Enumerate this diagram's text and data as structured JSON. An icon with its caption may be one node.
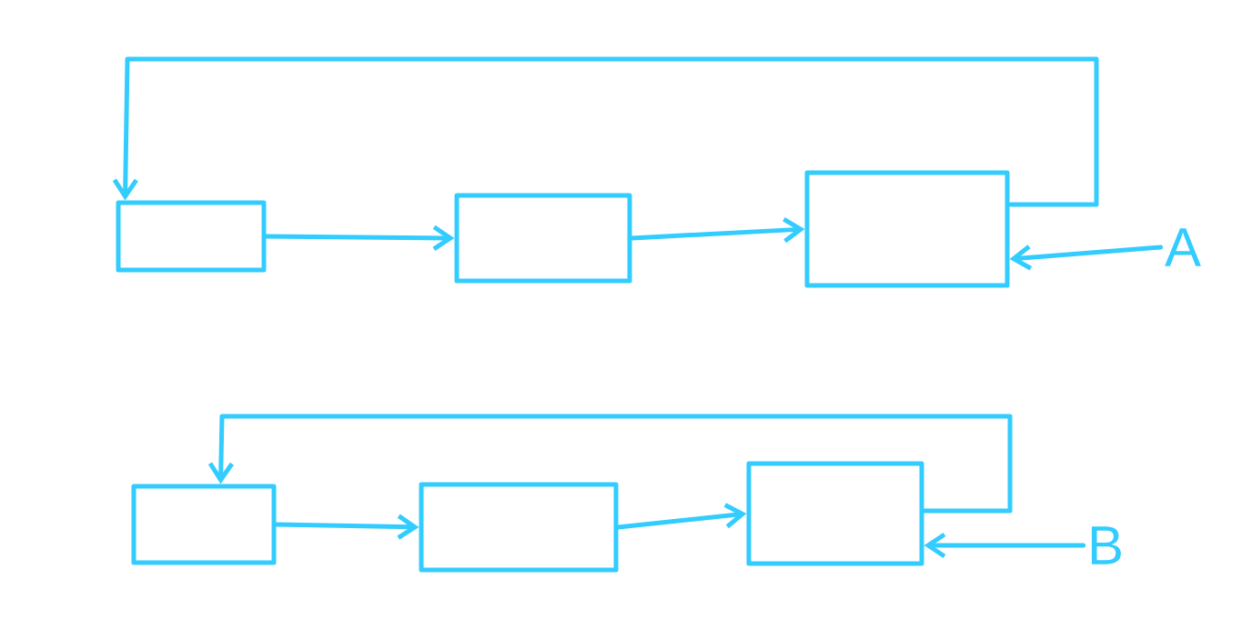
{
  "diagram": {
    "nodes": [
      {
        "text": [],
        "shape": "box"
      },
      {
        "text": [],
        "shape": "box"
      },
      {
        "text": [],
        "shape": "box"
      },
      {
        "text": [
          "A"
        ]
      },
      {
        "text": [],
        "shape": "box"
      },
      {
        "text": [],
        "shape": "box"
      },
      {
        "text": [],
        "shape": "box"
      },
      {
        "text": [
          "B"
        ]
      }
    ],
    "edges": [
      {
        "from": 0,
        "to": 1,
        "arrow": "to"
      },
      {
        "from": 1,
        "to": 2,
        "arrow": "to"
      },
      {
        "from": 2,
        "to": 0,
        "arrow": "to"
      },
      {
        "from": 3,
        "to": 2,
        "arrow": "to"
      },
      {
        "from": 4,
        "to": 5,
        "arrow": "to"
      },
      {
        "from": 5,
        "to": 6,
        "arrow": "to"
      },
      {
        "from": 6,
        "to": 4,
        "arrow": "to"
      },
      {
        "from": 7,
        "to": 6,
        "arrow": "to"
      }
    ]
  }
}
